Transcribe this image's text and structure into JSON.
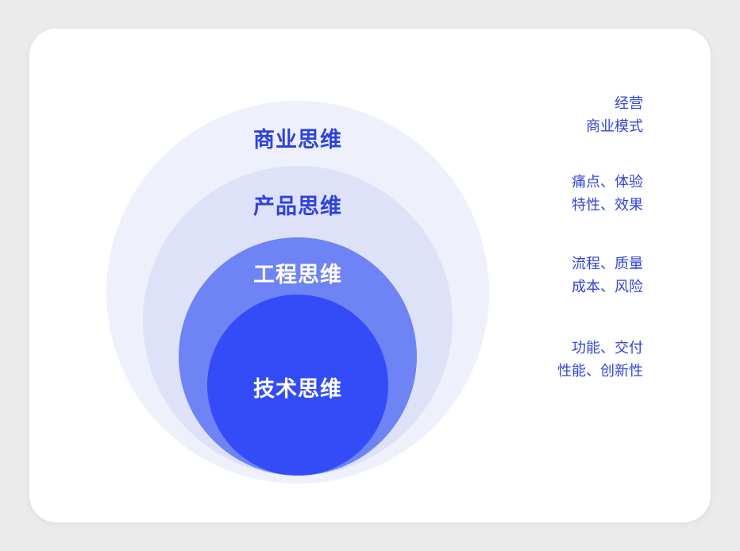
{
  "colors": {
    "page_background": "#ebebeb",
    "card_background": "#ffffff",
    "outer_circle": "#eef0fc",
    "second_circle": "#dde2f8",
    "third_circle": "#6e83f4",
    "inner_circle": "#344cf7",
    "label_dark": "#2f42dd",
    "label_light": "#ffffff",
    "connector_line": "#3a50e8",
    "side_text": "#3345d6"
  },
  "layers": [
    {
      "id": "business",
      "label": "商业思维",
      "notes": [
        "经营",
        "商业模式"
      ]
    },
    {
      "id": "product",
      "label": "产品思维",
      "notes": [
        "痛点、体验",
        "特性、效果"
      ]
    },
    {
      "id": "engineering",
      "label": "工程思维",
      "notes": [
        "流程、质量",
        "成本、风险"
      ]
    },
    {
      "id": "technology",
      "label": "技术思维",
      "notes": [
        "功能、交付",
        "性能、创新性"
      ]
    }
  ]
}
